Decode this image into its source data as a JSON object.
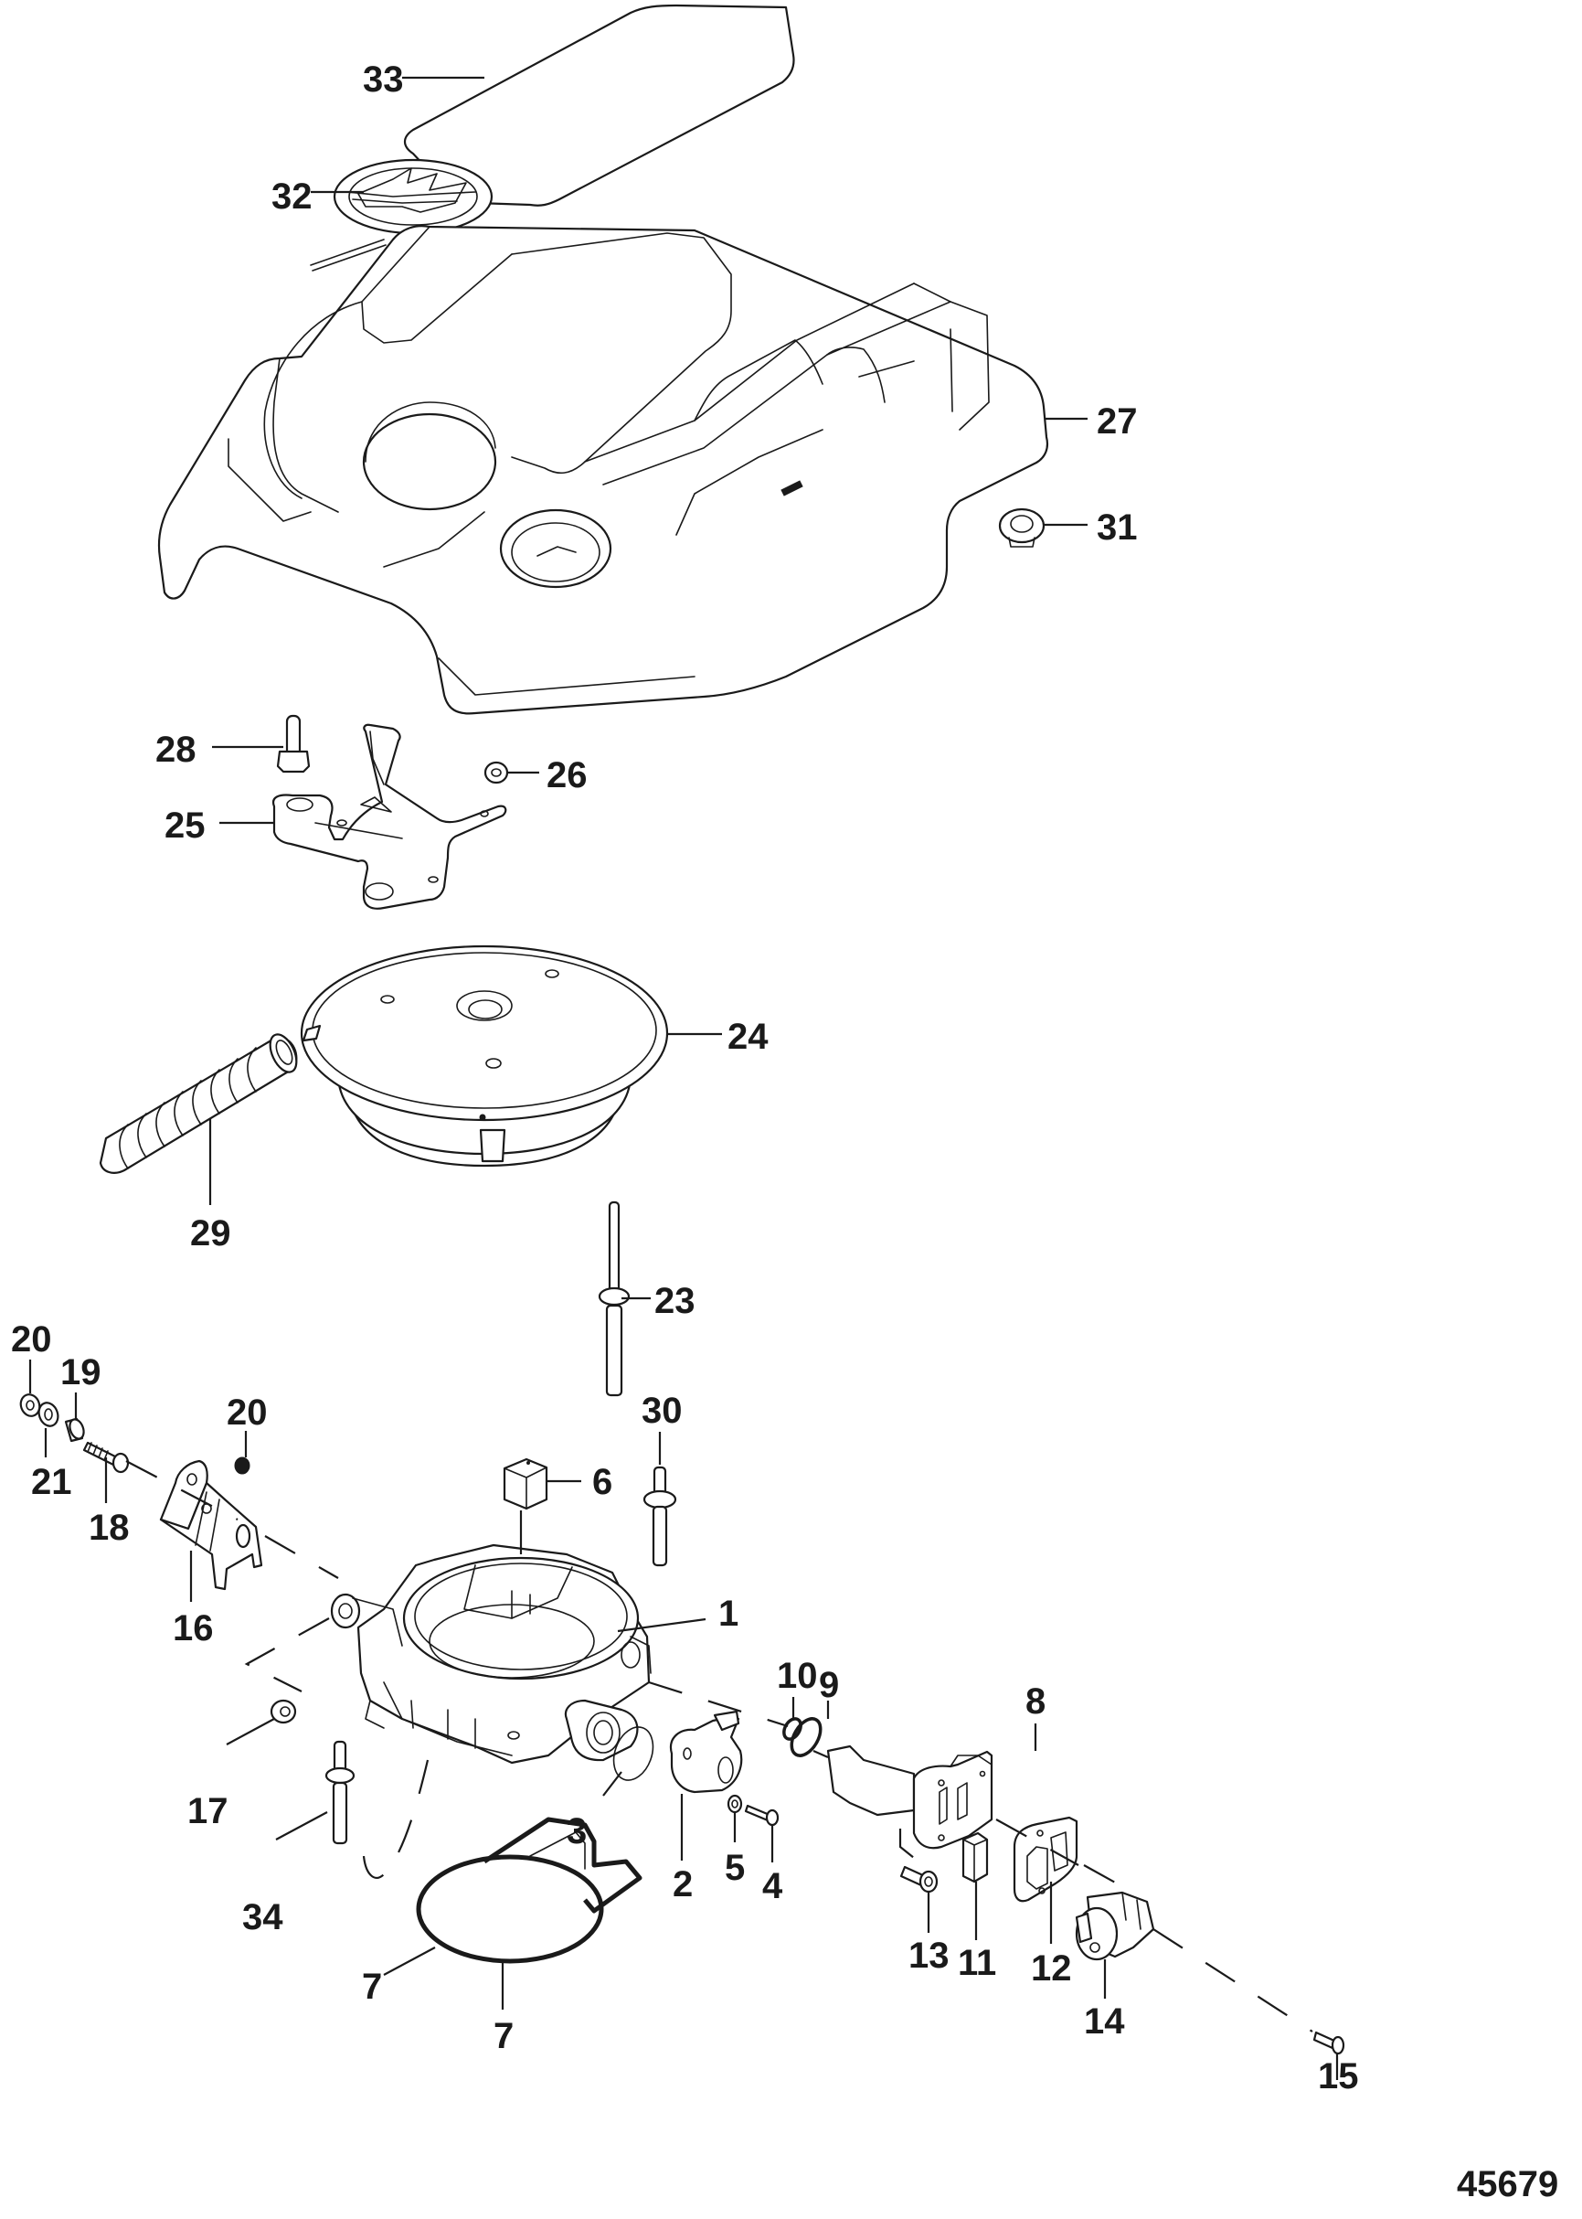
{
  "diagram": {
    "type": "exploded parts diagram",
    "figure_number": "45679",
    "callouts": {
      "c1": "1",
      "c2": "2",
      "c3": "3",
      "c4": "4",
      "c5": "5",
      "c6": "6",
      "c7a": "7",
      "c7b": "7",
      "c8": "8",
      "c9": "9",
      "c10": "10",
      "c11": "11",
      "c12": "12",
      "c13": "13",
      "c14": "14",
      "c15": "15",
      "c16": "16",
      "c17": "17",
      "c18": "18",
      "c19": "19",
      "c20a": "20",
      "c20b": "20",
      "c21": "21",
      "c23": "23",
      "c24": "24",
      "c25": "25",
      "c26": "26",
      "c27": "27",
      "c28": "28",
      "c29": "29",
      "c30": "30",
      "c31": "31",
      "c32": "32",
      "c33": "33",
      "c34": "34"
    },
    "parts": [
      {
        "ref": "1",
        "depicts": "throttle body"
      },
      {
        "ref": "2",
        "depicts": "throttle position sensor"
      },
      {
        "ref": "3",
        "depicts": "o-ring"
      },
      {
        "ref": "4",
        "depicts": "screw"
      },
      {
        "ref": "5",
        "depicts": "washer"
      },
      {
        "ref": "6",
        "depicts": "foam block"
      },
      {
        "ref": "7",
        "depicts": "gasket"
      },
      {
        "ref": "8",
        "depicts": "idle air control housing"
      },
      {
        "ref": "9",
        "depicts": "o-ring"
      },
      {
        "ref": "10",
        "depicts": "o-ring"
      },
      {
        "ref": "11",
        "depicts": "foam block"
      },
      {
        "ref": "12",
        "depicts": "gasket"
      },
      {
        "ref": "13",
        "depicts": "screw"
      },
      {
        "ref": "14",
        "depicts": "idle air control motor"
      },
      {
        "ref": "15",
        "depicts": "screw"
      },
      {
        "ref": "16",
        "depicts": "bracket"
      },
      {
        "ref": "17",
        "depicts": "nut"
      },
      {
        "ref": "18",
        "depicts": "stud"
      },
      {
        "ref": "19",
        "depicts": "spacer"
      },
      {
        "ref": "20",
        "depicts": "nut"
      },
      {
        "ref": "21",
        "depicts": "washer"
      },
      {
        "ref": "23",
        "depicts": "stud"
      },
      {
        "ref": "24",
        "depicts": "flame arrestor"
      },
      {
        "ref": "25",
        "depicts": "bracket"
      },
      {
        "ref": "26",
        "depicts": "nut"
      },
      {
        "ref": "27",
        "depicts": "engine cover"
      },
      {
        "ref": "28",
        "depicts": "bolt"
      },
      {
        "ref": "29",
        "depicts": "hose"
      },
      {
        "ref": "30",
        "depicts": "stud"
      },
      {
        "ref": "31",
        "depicts": "grommet"
      },
      {
        "ref": "32",
        "depicts": "logo emblem"
      },
      {
        "ref": "33",
        "depicts": "pad"
      },
      {
        "ref": "34",
        "depicts": "stud"
      }
    ]
  }
}
